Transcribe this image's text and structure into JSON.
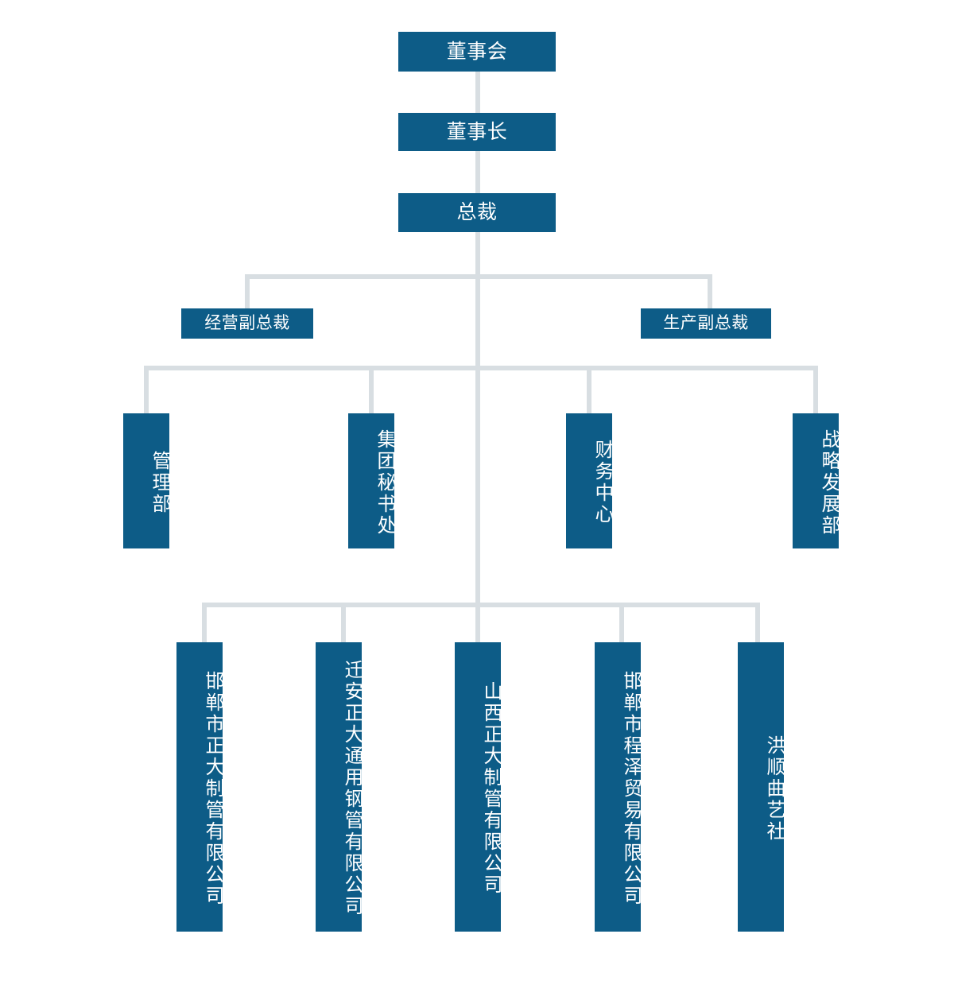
{
  "chart": {
    "type": "org-chart",
    "title": "",
    "colors": {
      "node_fill": "#0d5c87",
      "node_text": "#ffffff",
      "connector": "#d8dee2",
      "background": "#ffffff"
    },
    "levels": [
      {
        "level": 1,
        "name": "board",
        "nodes": [
          {
            "id": "board",
            "label": "董事会",
            "orientation": "horizontal"
          }
        ]
      },
      {
        "level": 2,
        "name": "chairman",
        "nodes": [
          {
            "id": "chairman",
            "label": "董事长",
            "orientation": "horizontal"
          }
        ]
      },
      {
        "level": 3,
        "name": "president",
        "nodes": [
          {
            "id": "president",
            "label": "总裁",
            "orientation": "horizontal"
          }
        ]
      },
      {
        "level": 4,
        "name": "vice-presidents",
        "nodes": [
          {
            "id": "vp-operations",
            "label": "经营副总裁",
            "orientation": "horizontal"
          },
          {
            "id": "vp-production",
            "label": "生产副总裁",
            "orientation": "horizontal"
          }
        ]
      },
      {
        "level": 5,
        "name": "departments",
        "nodes": [
          {
            "id": "dept-management",
            "label": "管理部",
            "orientation": "vertical"
          },
          {
            "id": "dept-secretariat",
            "label": "集团秘书处",
            "orientation": "vertical"
          },
          {
            "id": "dept-finance",
            "label": "财务中心",
            "orientation": "vertical"
          },
          {
            "id": "dept-strategy",
            "label": "战略发展部",
            "orientation": "vertical"
          }
        ]
      },
      {
        "level": 6,
        "name": "subsidiaries",
        "nodes": [
          {
            "id": "sub-handan-zhengda",
            "label": "邯郸市正大制管有限公司",
            "orientation": "vertical"
          },
          {
            "id": "sub-qianan-zhengda",
            "label": "迁安正大通用钢管有限公司",
            "orientation": "vertical"
          },
          {
            "id": "sub-shanxi-zhengda",
            "label": "山西正大制管有限公司",
            "orientation": "vertical"
          },
          {
            "id": "sub-handan-chengze",
            "label": "邯郸市程泽贸易有限公司",
            "orientation": "vertical"
          },
          {
            "id": "sub-hongshun",
            "label": "洪顺曲艺社",
            "orientation": "vertical"
          }
        ]
      }
    ]
  }
}
